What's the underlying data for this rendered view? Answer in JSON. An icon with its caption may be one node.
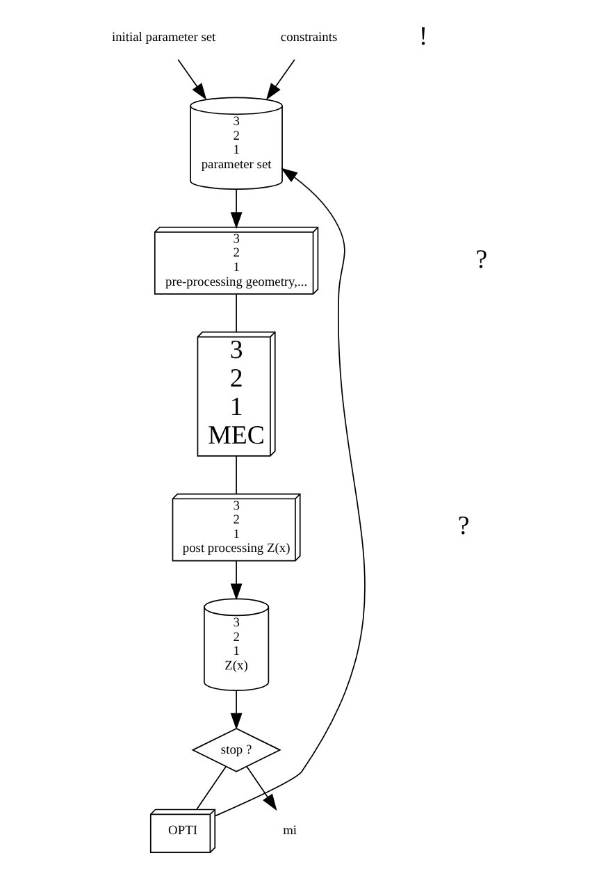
{
  "diagram": {
    "nodes": [
      {
        "text": [
          "initial parameter set"
        ]
      },
      {
        "text": [
          "constraints"
        ]
      },
      {
        "text": [
          "3",
          "2",
          "1",
          "parameter set"
        ]
      },
      {
        "text": [
          "3",
          "2",
          "1",
          "pre-processing geometry,..."
        ]
      },
      {
        "text": [
          "3",
          "2",
          "1",
          "MEC"
        ]
      },
      {
        "text": [
          "3",
          "2",
          "1",
          "post processing Z(x)"
        ]
      },
      {
        "text": [
          "3",
          "2",
          "1",
          "Z(x)"
        ]
      },
      {
        "text": [
          "stop ?"
        ]
      },
      {
        "text": [
          "OPTI"
        ]
      },
      {
        "text": [
          "mi"
        ]
      }
    ],
    "edges": [
      {
        "from": 0,
        "to": 2,
        "arrow": "to"
      },
      {
        "from": 1,
        "to": 2,
        "arrow": "to"
      },
      {
        "from": 2,
        "to": 3,
        "arrow": "to"
      },
      {
        "from": 3,
        "to": 4,
        "arrow": "none"
      },
      {
        "from": 4,
        "to": 5,
        "arrow": "none"
      },
      {
        "from": 5,
        "to": 6,
        "arrow": "to"
      },
      {
        "from": 6,
        "to": 7,
        "arrow": "to"
      },
      {
        "from": 7,
        "to": 8,
        "arrow": "none"
      },
      {
        "from": 8,
        "to": 2,
        "arrow": "to"
      },
      {
        "from": 7,
        "to": 9,
        "arrow": "to"
      }
    ],
    "labels": [
      "!",
      "?",
      "?"
    ]
  }
}
